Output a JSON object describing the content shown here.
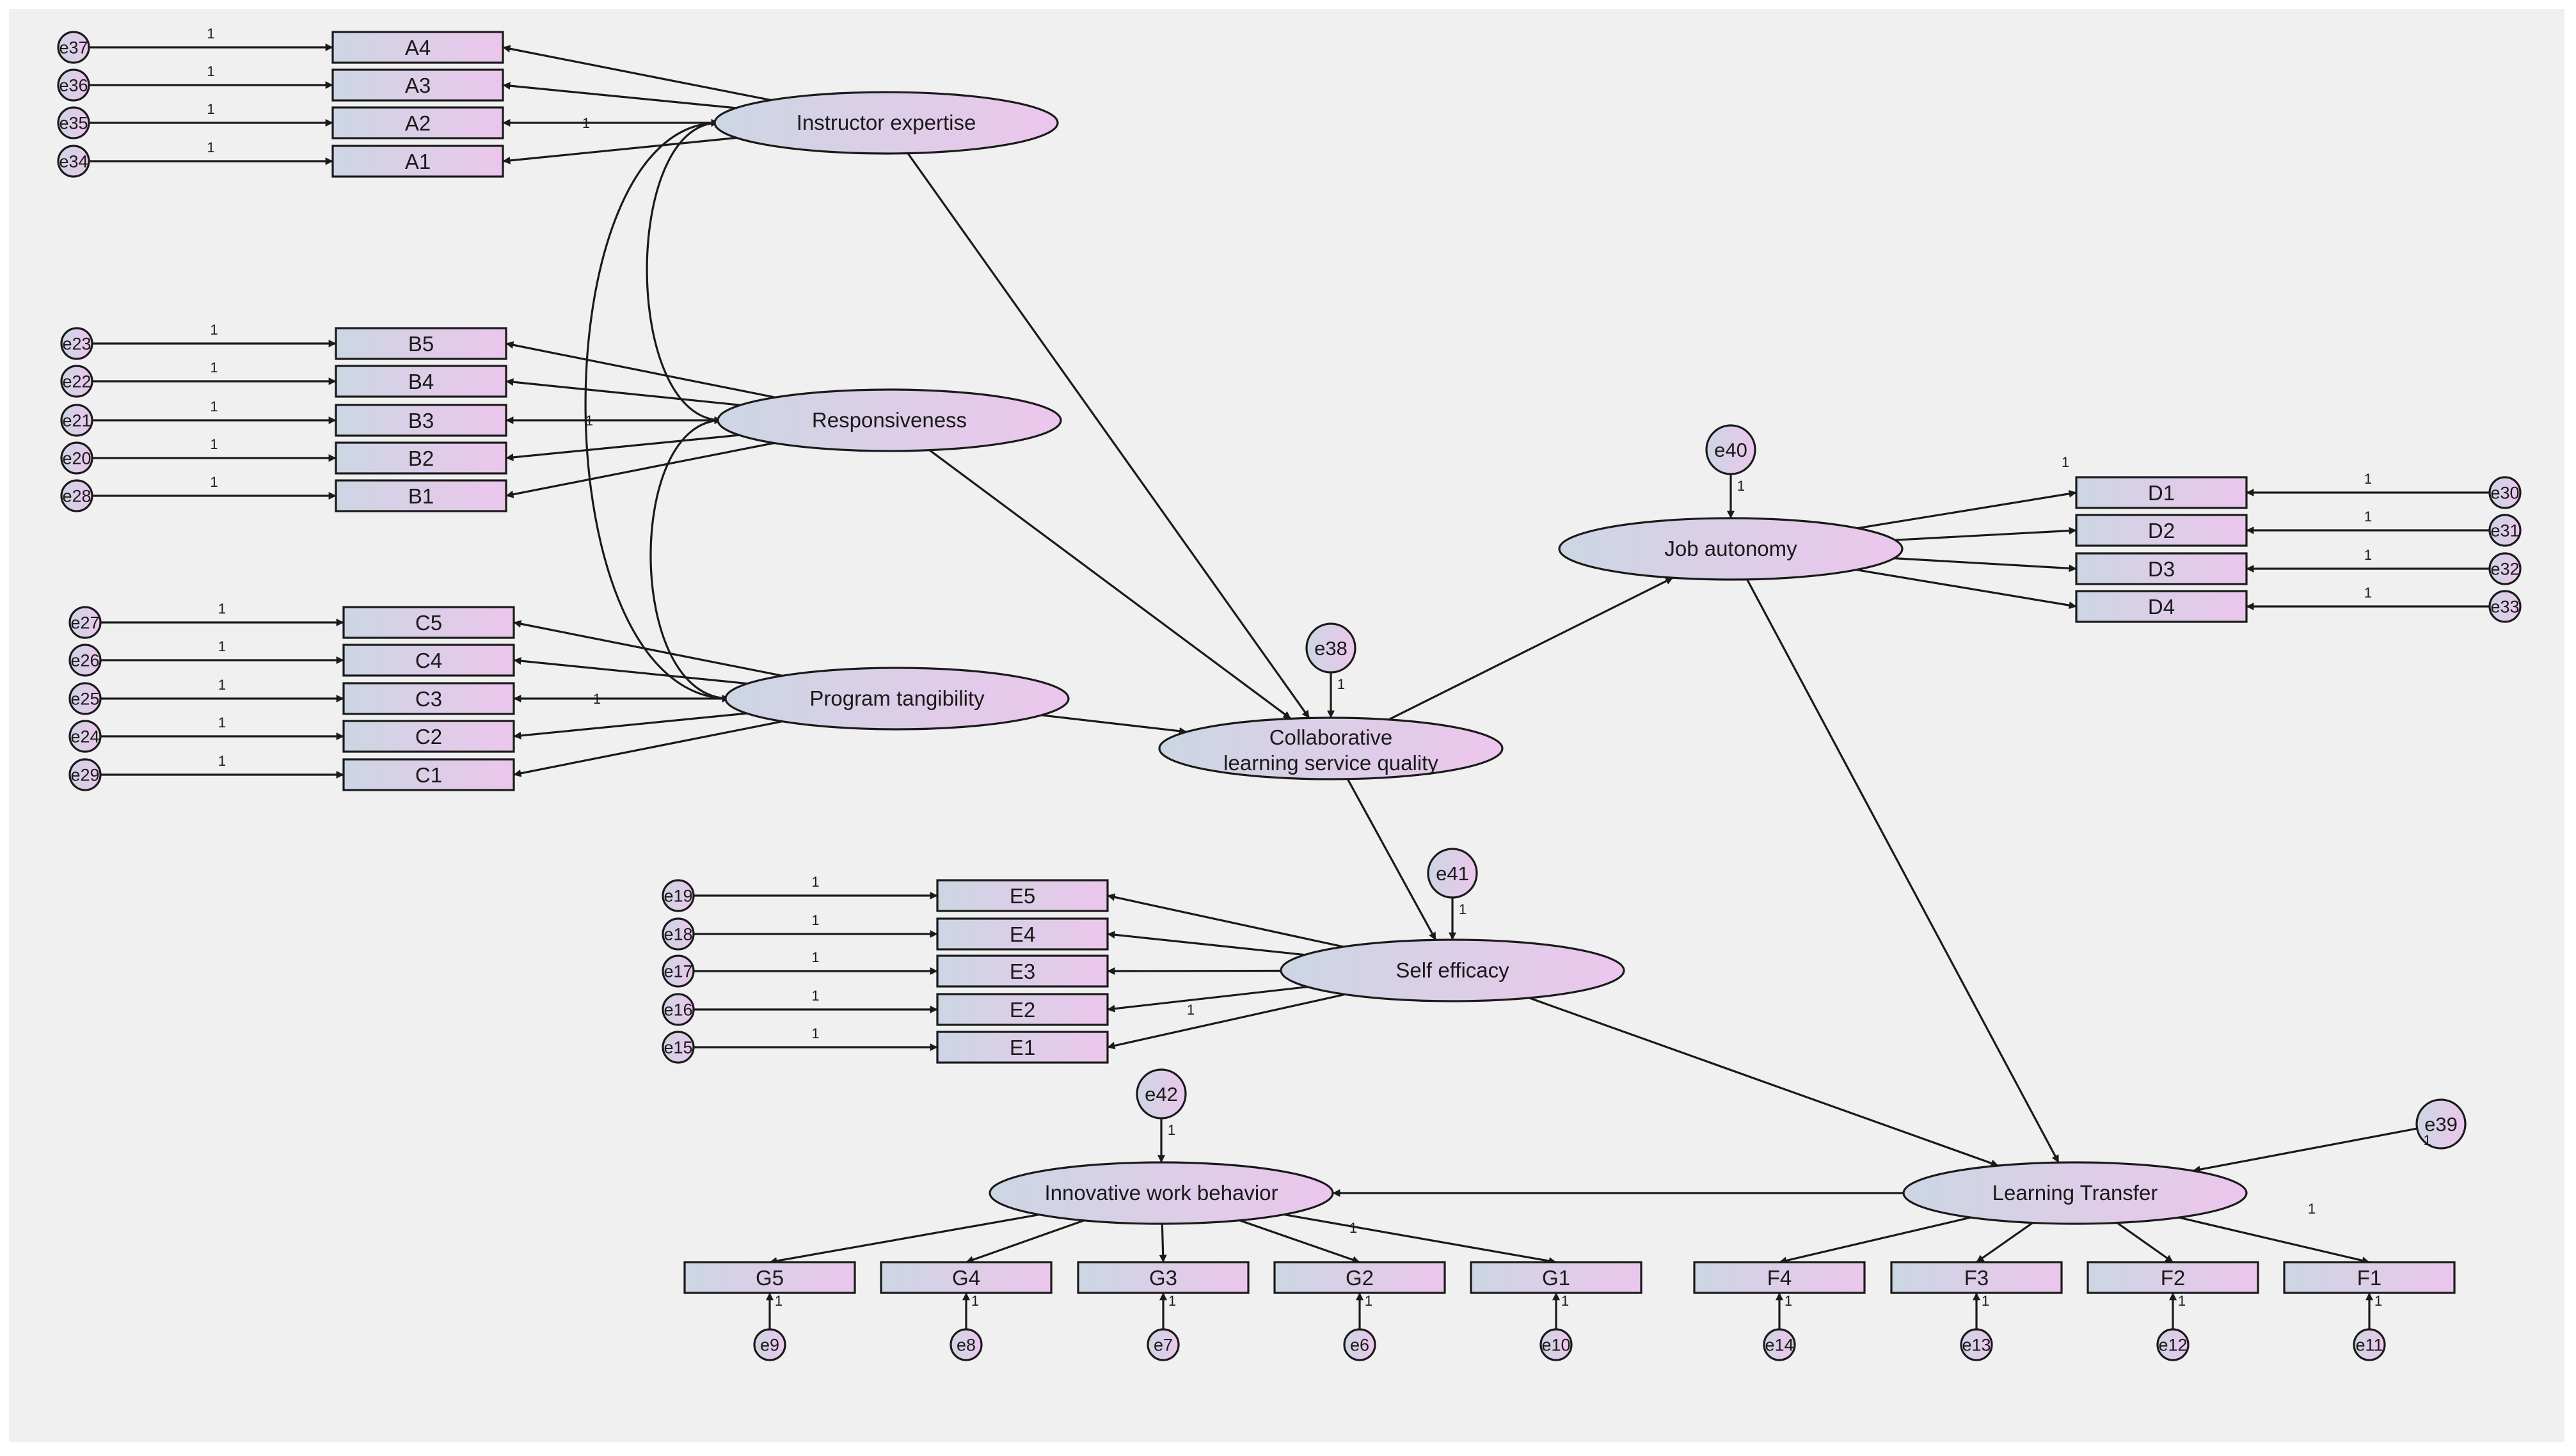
{
  "colors": {
    "canvas": "#f0f0f0",
    "shape_start": "#ccd6e3",
    "shape_end": "#ecc6ec",
    "stroke": "#1a1a1a"
  },
  "diagram": {
    "latents": [
      {
        "id": "IE",
        "label": "Instructor expertise"
      },
      {
        "id": "RS",
        "label": "Responsiveness"
      },
      {
        "id": "PT",
        "label": "Program tangibility"
      },
      {
        "id": "CL",
        "label": "Collaborative",
        "label2": "learning service quality"
      },
      {
        "id": "JA",
        "label": "Job autonomy"
      },
      {
        "id": "SE",
        "label": "Self efficacy"
      },
      {
        "id": "IW",
        "label": "Innovative work behavior"
      },
      {
        "id": "LT",
        "label": "Learning Transfer"
      }
    ],
    "indicators": [
      {
        "id": "A4",
        "label": "A4",
        "latent": "IE"
      },
      {
        "id": "A3",
        "label": "A3",
        "latent": "IE"
      },
      {
        "id": "A2",
        "label": "A2",
        "latent": "IE"
      },
      {
        "id": "A1",
        "label": "A1",
        "latent": "IE"
      },
      {
        "id": "B5",
        "label": "B5",
        "latent": "RS"
      },
      {
        "id": "B4",
        "label": "B4",
        "latent": "RS"
      },
      {
        "id": "B3",
        "label": "B3",
        "latent": "RS"
      },
      {
        "id": "B2",
        "label": "B2",
        "latent": "RS"
      },
      {
        "id": "B1",
        "label": "B1",
        "latent": "RS"
      },
      {
        "id": "C5",
        "label": "C5",
        "latent": "PT"
      },
      {
        "id": "C4",
        "label": "C4",
        "latent": "PT"
      },
      {
        "id": "C3",
        "label": "C3",
        "latent": "PT"
      },
      {
        "id": "C2",
        "label": "C2",
        "latent": "PT"
      },
      {
        "id": "C1",
        "label": "C1",
        "latent": "PT"
      },
      {
        "id": "D1",
        "label": "D1",
        "latent": "JA"
      },
      {
        "id": "D2",
        "label": "D2",
        "latent": "JA"
      },
      {
        "id": "D3",
        "label": "D3",
        "latent": "JA"
      },
      {
        "id": "D4",
        "label": "D4",
        "latent": "JA"
      },
      {
        "id": "E5",
        "label": "E5",
        "latent": "SE"
      },
      {
        "id": "E4",
        "label": "E4",
        "latent": "SE"
      },
      {
        "id": "E3",
        "label": "E3",
        "latent": "SE"
      },
      {
        "id": "E2",
        "label": "E2",
        "latent": "SE"
      },
      {
        "id": "E1",
        "label": "E1",
        "latent": "SE"
      },
      {
        "id": "G5",
        "label": "G5",
        "latent": "IW"
      },
      {
        "id": "G4",
        "label": "G4",
        "latent": "IW"
      },
      {
        "id": "G3",
        "label": "G3",
        "latent": "IW"
      },
      {
        "id": "G2",
        "label": "G2",
        "latent": "IW"
      },
      {
        "id": "G1",
        "label": "G1",
        "latent": "IW"
      },
      {
        "id": "F4",
        "label": "F4",
        "latent": "LT"
      },
      {
        "id": "F3",
        "label": "F3",
        "latent": "LT"
      },
      {
        "id": "F2",
        "label": "F2",
        "latent": "LT"
      },
      {
        "id": "F1",
        "label": "F1",
        "latent": "LT"
      }
    ],
    "errors": [
      {
        "id": "e37",
        "label": "e37",
        "target": "A4"
      },
      {
        "id": "e36",
        "label": "e36",
        "target": "A3"
      },
      {
        "id": "e35",
        "label": "e35",
        "target": "A2"
      },
      {
        "id": "e34",
        "label": "e34",
        "target": "A1"
      },
      {
        "id": "e23",
        "label": "e23",
        "target": "B5"
      },
      {
        "id": "e22",
        "label": "e22",
        "target": "B4"
      },
      {
        "id": "e21",
        "label": "e21",
        "target": "B3"
      },
      {
        "id": "e20",
        "label": "e20",
        "target": "B2"
      },
      {
        "id": "e28",
        "label": "e28",
        "target": "B1"
      },
      {
        "id": "e27",
        "label": "e27",
        "target": "C5"
      },
      {
        "id": "e26",
        "label": "e26",
        "target": "C4"
      },
      {
        "id": "e25",
        "label": "e25",
        "target": "C3"
      },
      {
        "id": "e24",
        "label": "e24",
        "target": "C2"
      },
      {
        "id": "e29",
        "label": "e29",
        "target": "C1"
      },
      {
        "id": "e30",
        "label": "e30",
        "target": "D1"
      },
      {
        "id": "e31",
        "label": "e31",
        "target": "D2"
      },
      {
        "id": "e32",
        "label": "e32",
        "target": "D3"
      },
      {
        "id": "e33",
        "label": "e33",
        "target": "D4"
      },
      {
        "id": "e19",
        "label": "e19",
        "target": "E5"
      },
      {
        "id": "e18",
        "label": "e18",
        "target": "E4"
      },
      {
        "id": "e17",
        "label": "e17",
        "target": "E3"
      },
      {
        "id": "e16",
        "label": "e16",
        "target": "E2"
      },
      {
        "id": "e15",
        "label": "e15",
        "target": "E1"
      },
      {
        "id": "e9",
        "label": "e9",
        "target": "G5"
      },
      {
        "id": "e8",
        "label": "e8",
        "target": "G4"
      },
      {
        "id": "e7",
        "label": "e7",
        "target": "G3"
      },
      {
        "id": "e6",
        "label": "e6",
        "target": "G2"
      },
      {
        "id": "e10",
        "label": "e10",
        "target": "G1"
      },
      {
        "id": "e14",
        "label": "e14",
        "target": "F4"
      },
      {
        "id": "e13",
        "label": "e13",
        "target": "F3"
      },
      {
        "id": "e12",
        "label": "e12",
        "target": "F2"
      },
      {
        "id": "e11",
        "label": "e11",
        "target": "F1"
      },
      {
        "id": "e38",
        "label": "e38",
        "target": "CL"
      },
      {
        "id": "e40",
        "label": "e40",
        "target": "JA"
      },
      {
        "id": "e41",
        "label": "e41",
        "target": "SE"
      },
      {
        "id": "e42",
        "label": "e42",
        "target": "IW"
      },
      {
        "id": "e39",
        "label": "e39",
        "target": "LT"
      }
    ],
    "structural_paths": [
      {
        "from": "IE",
        "to": "CL"
      },
      {
        "from": "RS",
        "to": "CL"
      },
      {
        "from": "PT",
        "to": "CL"
      },
      {
        "from": "CL",
        "to": "JA"
      },
      {
        "from": "CL",
        "to": "SE"
      },
      {
        "from": "JA",
        "to": "LT"
      },
      {
        "from": "SE",
        "to": "LT"
      },
      {
        "from": "LT",
        "to": "IW"
      }
    ],
    "covariances": [
      {
        "a": "IE",
        "b": "RS"
      },
      {
        "a": "RS",
        "b": "PT"
      },
      {
        "a": "IE",
        "b": "PT"
      }
    ],
    "path_weight_label": "1"
  }
}
